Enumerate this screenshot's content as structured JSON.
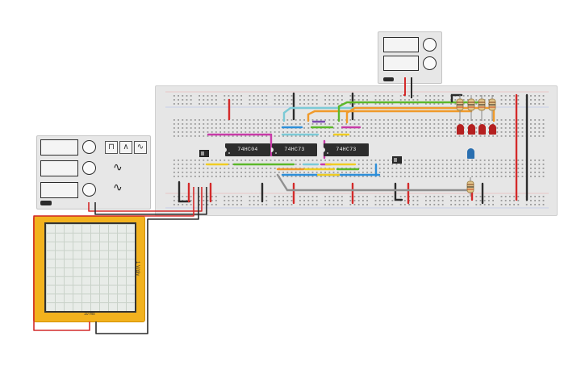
{
  "ic_chips": [
    {
      "label": "74HC04"
    },
    {
      "label": "74HC73"
    },
    {
      "label": "74HC73"
    }
  ],
  "oscilloscope": {
    "vertical_label": "1 V/div",
    "horizontal_label": "10 ms"
  },
  "function_generator": {
    "wave_buttons": [
      "square-wave",
      "triangle-wave",
      "sine-wave"
    ]
  },
  "colors": {
    "wire_red": "#d42a2a",
    "wire_black": "#2b2b2b",
    "wire_green": "#5cb82a",
    "wire_yellow": "#f0cc22",
    "wire_blue": "#2e8fd9",
    "wire_magenta": "#c83aa8",
    "wire_orange": "#f09a2a",
    "wire_cyan": "#7ccad6",
    "wire_purple": "#7a4bb0",
    "wire_gray": "#909090",
    "led_red": "#b52020",
    "led_blue": "#2a6fb0",
    "scope_body": "#f2b21e"
  }
}
